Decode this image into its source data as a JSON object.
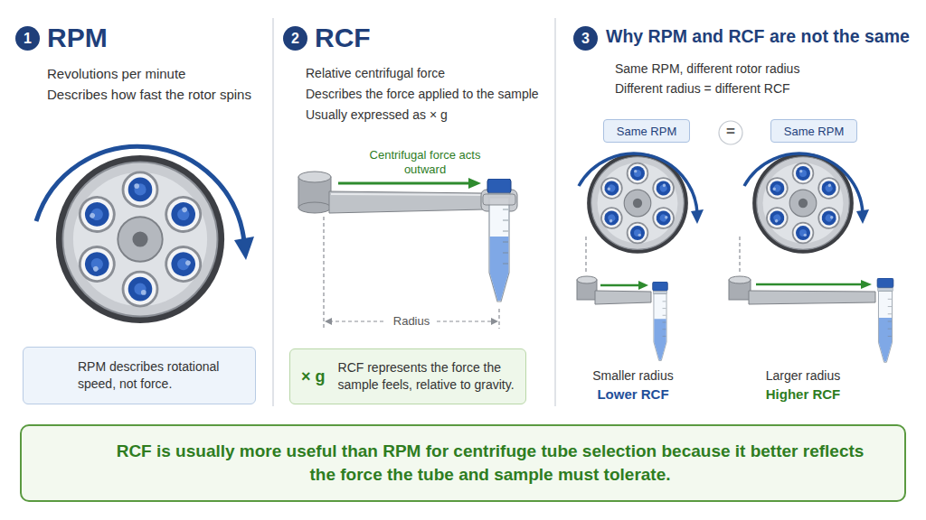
{
  "diagram": {
    "nodes": [
      {
        "text": [
          "1"
        ]
      },
      {
        "text": [
          "RPM describes rotational speed, not force."
        ]
      },
      {
        "text": [
          "2"
        ]
      },
      {
        "text": [
          "× g",
          "RCF represents the force the sample feels, relative to gravity."
        ]
      },
      {
        "text": [
          "3"
        ]
      },
      {
        "text": [
          "Same RPM"
        ]
      },
      {
        "text": [
          "Same RPM"
        ]
      },
      {
        "text": [
          "RCF is usually more useful than RPM for centrifuge tube selection because it better reflects the force the tube and sample must tolerate."
        ]
      }
    ],
    "labels": [
      "RPM",
      "Revolutions per minute",
      "Describes how fast the rotor spins",
      "RCF",
      "Relative centrifugal force",
      "Describes the force applied to the sample",
      "Usually expressed as × g",
      "Centrifugal force acts outward",
      "Radius",
      "Why RPM and RCF are not the same",
      "Same RPM, different rotor radius",
      "Different radius = different RCF",
      "=",
      "Smaller radius",
      "Lower RCF",
      "Larger radius",
      "Higher RCF"
    ]
  }
}
